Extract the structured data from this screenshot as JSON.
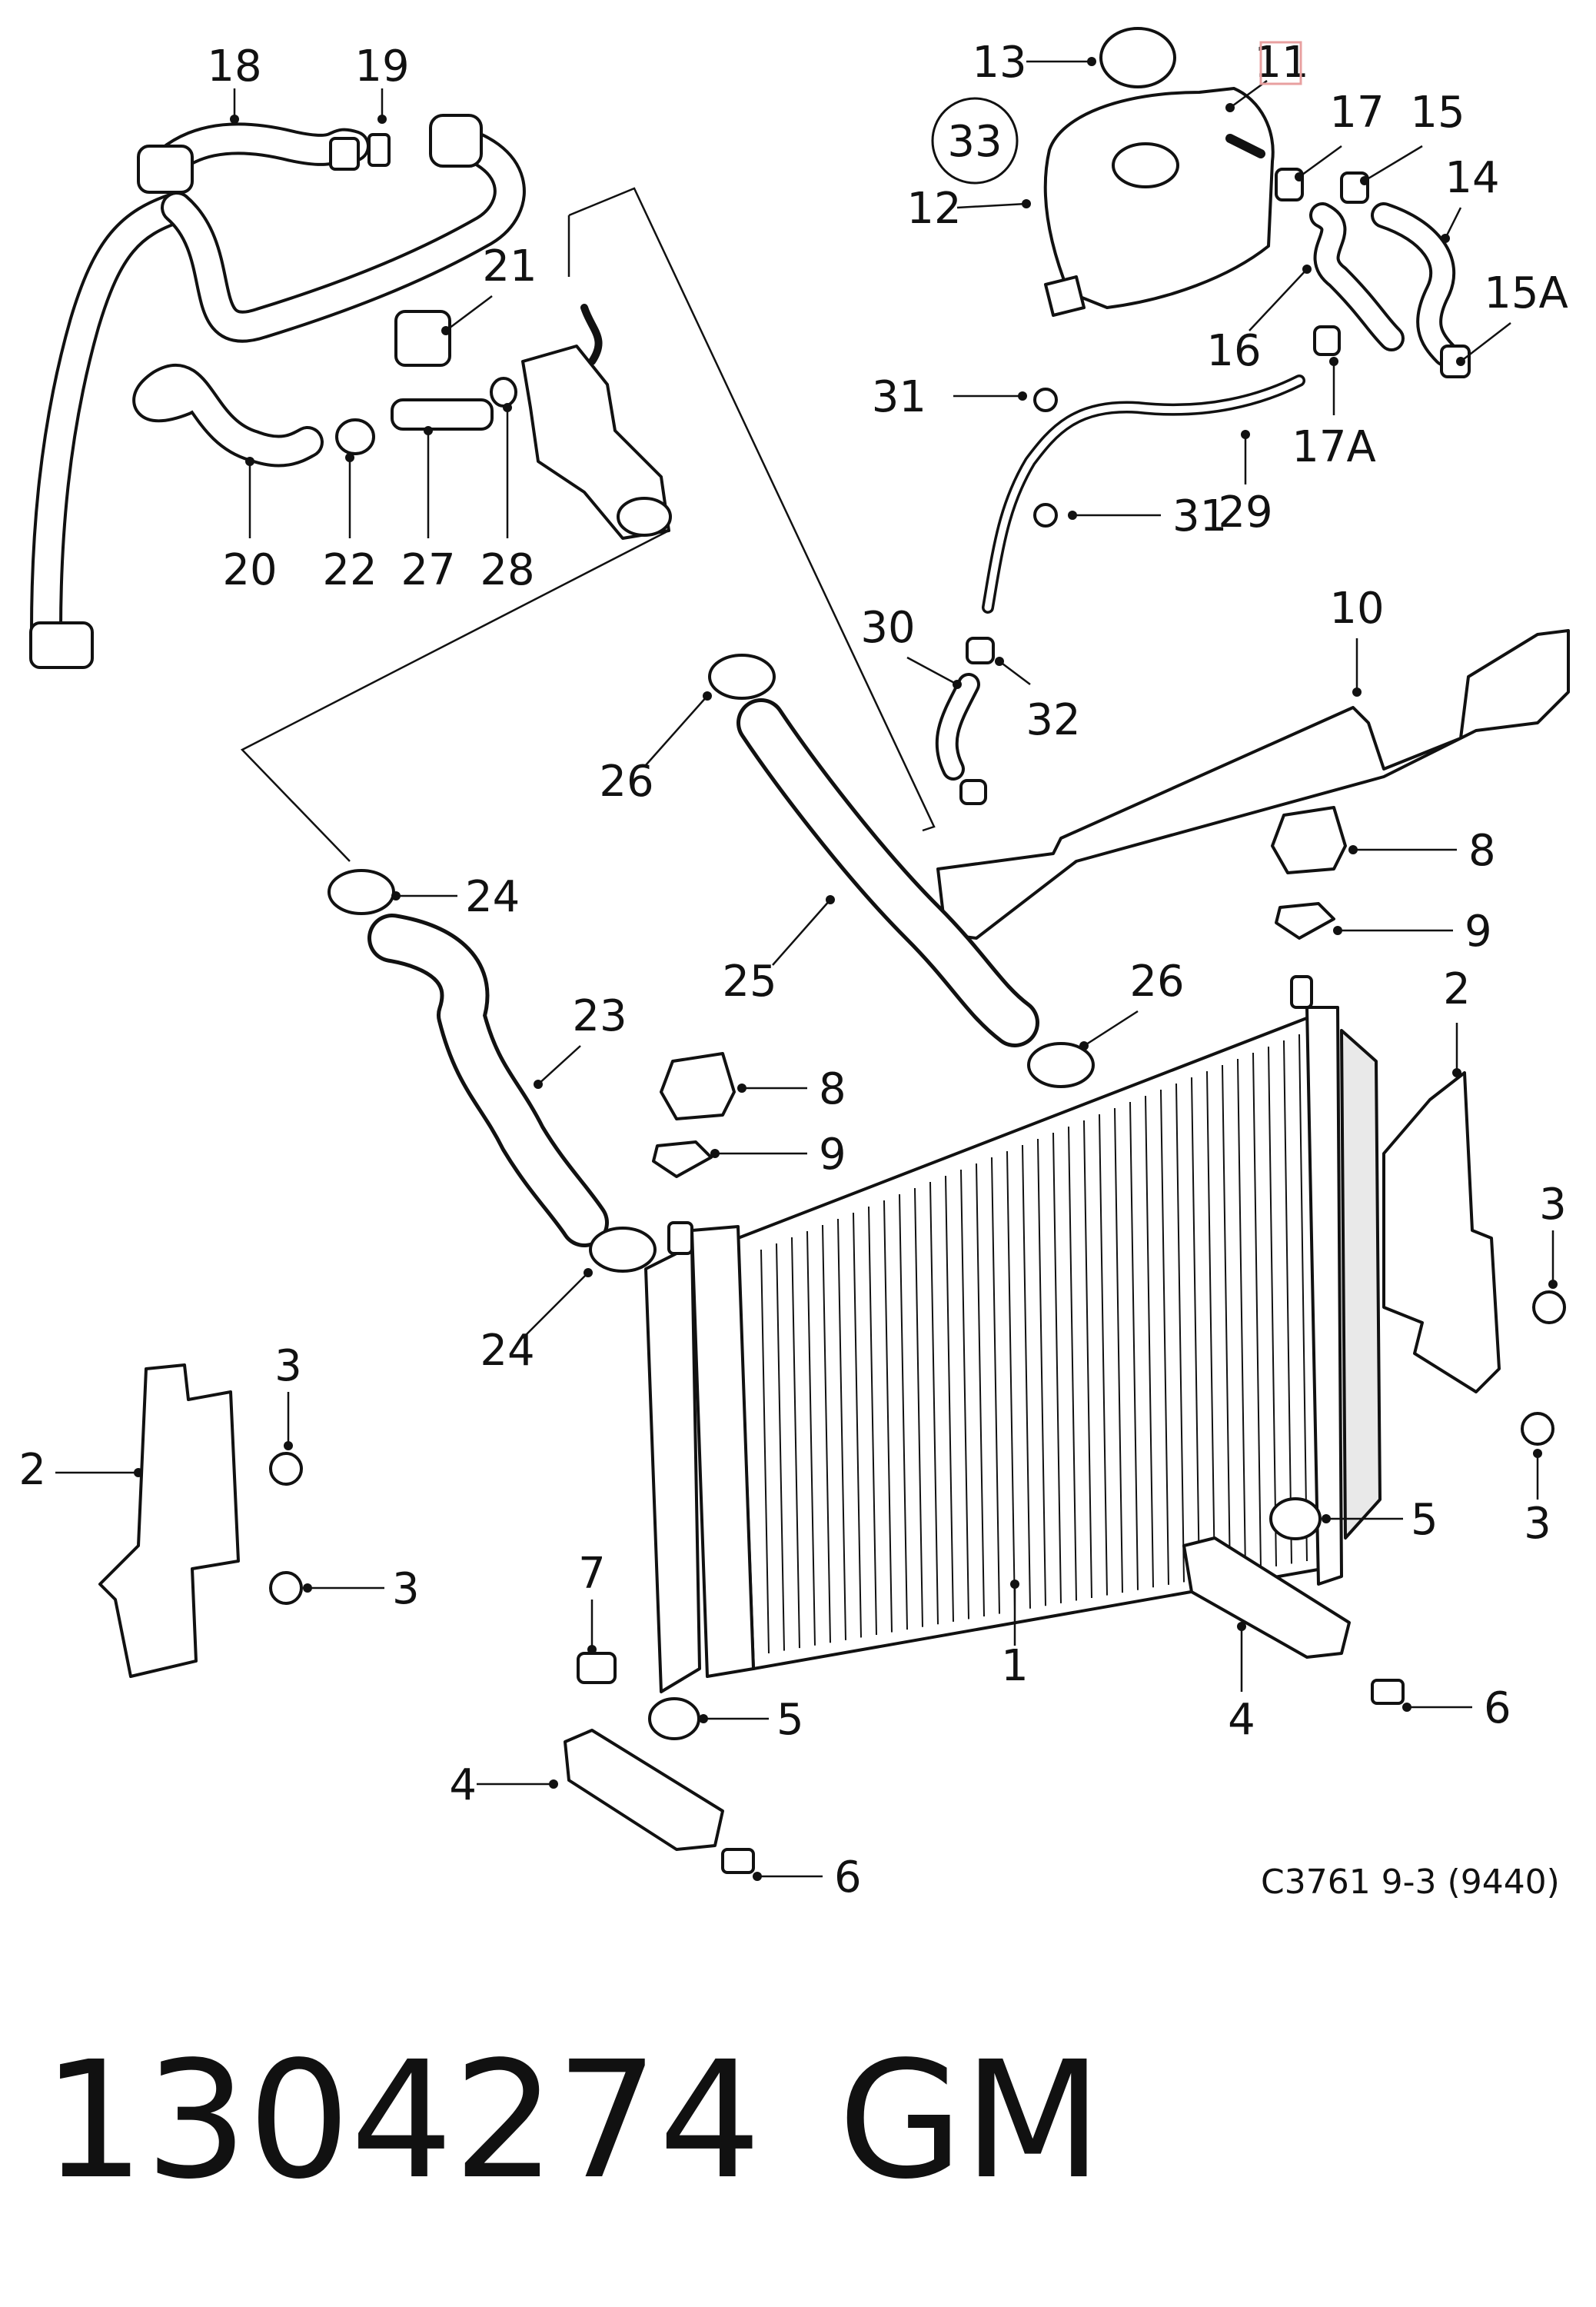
{
  "diagram": {
    "caption": "C3761 9-3 (9440)",
    "part_number": "1304274",
    "brand": "GM",
    "highlighted_callout": "11",
    "circled_callout": "33",
    "callouts": {
      "c1": "1",
      "c2a": "2",
      "c2b": "2",
      "c3a": "3",
      "c3b": "3",
      "c3c": "3",
      "c3d": "3",
      "c4a": "4",
      "c4b": "4",
      "c5a": "5",
      "c5b": "5",
      "c6a": "6",
      "c6b": "6",
      "c7": "7",
      "c8a": "8",
      "c8b": "8",
      "c9a": "9",
      "c9b": "9",
      "c10": "10",
      "c11": "11",
      "c12": "12",
      "c13": "13",
      "c14": "14",
      "c15": "15",
      "c15A": "15A",
      "c16": "16",
      "c17": "17",
      "c17A": "17A",
      "c18": "18",
      "c19": "19",
      "c20": "20",
      "c21": "21",
      "c22": "22",
      "c23": "23",
      "c24a": "24",
      "c24b": "24",
      "c25": "25",
      "c26a": "26",
      "c26b": "26",
      "c27": "27",
      "c28": "28",
      "c29": "29",
      "c30": "30",
      "c31a": "31",
      "c31b": "31",
      "c32": "32",
      "c33": "33"
    }
  }
}
